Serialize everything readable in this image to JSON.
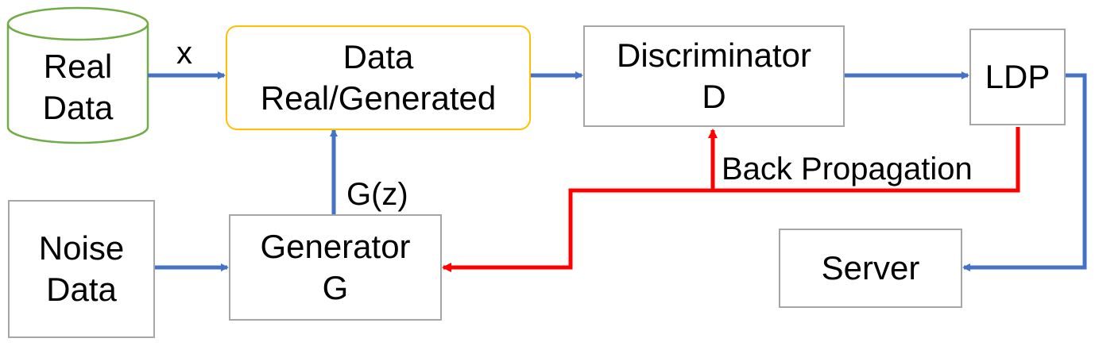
{
  "nodes": {
    "real_data": {
      "line1": "Real",
      "line2": "Data"
    },
    "data_box": {
      "line1": "Data",
      "line2": "Real/Generated"
    },
    "discriminator": {
      "line1": "Discriminator",
      "line2": "D"
    },
    "ldp": {
      "line1": "LDP"
    },
    "noise_data": {
      "line1": "Noise",
      "line2": "Data"
    },
    "generator": {
      "line1": "Generator",
      "line2": "G"
    },
    "server": {
      "line1": "Server"
    }
  },
  "edge_labels": {
    "x": "x",
    "gz": "G(z)",
    "backprop": "Back Propagation"
  },
  "colors": {
    "forward_arrow": "#4472c4",
    "backprop_arrow": "#ff0000",
    "box_border": "#a6a6a6",
    "data_box_border": "#ffc000",
    "database_border": "#70ad47"
  }
}
